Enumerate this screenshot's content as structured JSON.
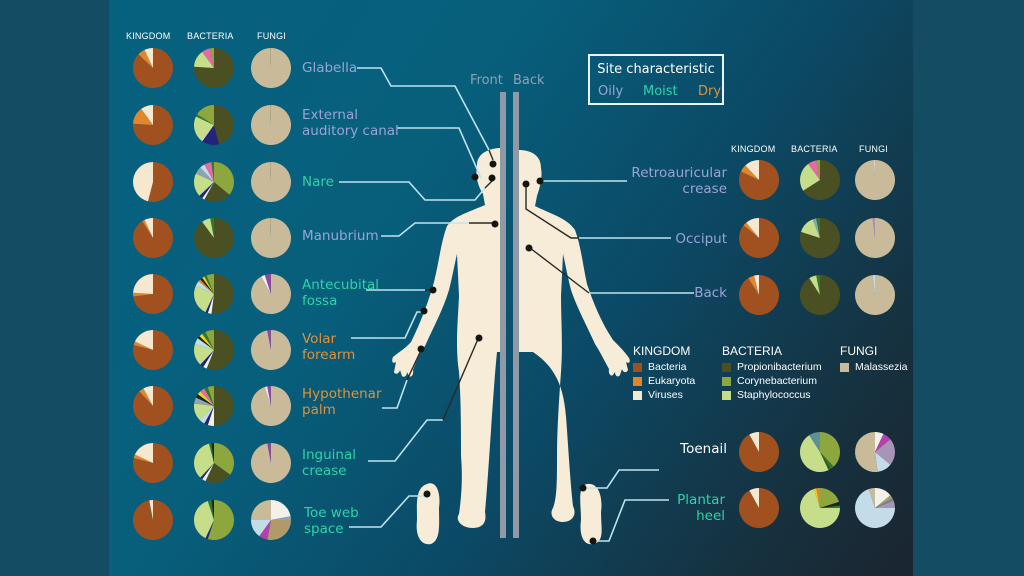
{
  "colors": {
    "bacteria": "#a0511f",
    "eukaryota": "#e0872e",
    "viruses": "#f6e7cf",
    "propionibacterium": "#4a5022",
    "corynebacterium": "#8ea63e",
    "staphylococcus": "#c6dd8a",
    "malassezia": "#c9bb9a",
    "pink": "#e36ba2",
    "navy": "#23237a",
    "slate": "#8ea4b3",
    "lightblue": "#c4dce8",
    "green": "#2e7b2a",
    "yellow": "#f0d028",
    "orange": "#e0872e",
    "white": "#f4f1ea",
    "purple": "#8a4aa0",
    "magenta": "#b53fae",
    "lavender": "#a894b6",
    "tan": "#b09a6a",
    "teal": "#5f8f9a",
    "dark": "#1d2420"
  },
  "column_headers": {
    "left": [
      "KINGDOM",
      "BACTERIA",
      "FUNGI"
    ],
    "right": [
      "KINGDOM",
      "BACTERIA",
      "FUNGI"
    ]
  },
  "front_back": {
    "front": "Front",
    "back": "Back"
  },
  "site_legend": {
    "title": "Site characteristic",
    "oily": "Oily",
    "moist": "Moist",
    "dry": "Dry"
  },
  "taxa_legend": {
    "kingdom": {
      "title": "KINGDOM",
      "items": [
        {
          "label": "Bacteria",
          "color": "#a0511f"
        },
        {
          "label": "Eukaryota",
          "color": "#e0872e"
        },
        {
          "label": "Viruses",
          "color": "#f6e7cf"
        }
      ]
    },
    "bacteria": {
      "title": "BACTERIA",
      "items": [
        {
          "label": "Propionibacterium",
          "color": "#4a5022"
        },
        {
          "label": "Corynebacterium",
          "color": "#8ea63e"
        },
        {
          "label": "Staphylococcus",
          "color": "#c6dd8a"
        }
      ]
    },
    "fungi": {
      "title": "FUNGI",
      "items": [
        {
          "label": "Malassezia",
          "color": "#c9bb9a"
        }
      ]
    }
  },
  "sites_left": [
    {
      "name": "Glabella",
      "line2": "",
      "type": "oily"
    },
    {
      "name": "External",
      "line2": "auditory canal",
      "type": "oily"
    },
    {
      "name": "Nare",
      "line2": "",
      "type": "moist"
    },
    {
      "name": "Manubrium",
      "line2": "",
      "type": "oily"
    },
    {
      "name": "Antecubital",
      "line2": "fossa",
      "type": "moist"
    },
    {
      "name": "Volar",
      "line2": "forearm",
      "type": "dry"
    },
    {
      "name": "Hypothenar",
      "line2": "palm",
      "type": "dry"
    },
    {
      "name": "Inguinal",
      "line2": "crease",
      "type": "moist"
    },
    {
      "name": "Toe web",
      "line2": "space",
      "type": "moist"
    }
  ],
  "sites_right": [
    {
      "name": "Retroauricular",
      "line2": "crease",
      "type": "oily"
    },
    {
      "name": "Occiput",
      "line2": "",
      "type": "oily"
    },
    {
      "name": "Back",
      "line2": "",
      "type": "oily"
    },
    {
      "name": "Toenail",
      "line2": "",
      "type": "white"
    },
    {
      "name": "Plantar",
      "line2": "heel",
      "type": "moist"
    }
  ],
  "chart_data": {
    "type": "pie",
    "title": "Skin microbiome composition by body site",
    "series_groups": [
      "KINGDOM",
      "BACTERIA",
      "FUNGI"
    ],
    "sites": [
      {
        "site": "Glabella",
        "kingdom": [
          [
            "bacteria",
            87
          ],
          [
            "eukaryota",
            6
          ],
          [
            "viruses",
            7
          ]
        ],
        "bacteria": [
          [
            "propionibacterium",
            76
          ],
          [
            "staphylococcus",
            14
          ],
          [
            "pink",
            7
          ],
          [
            "corynebacterium",
            3
          ]
        ],
        "fungi": [
          [
            "malassezia",
            99.5
          ],
          [
            "tan",
            0.5
          ]
        ]
      },
      {
        "site": "External auditory canal",
        "kingdom": [
          [
            "bacteria",
            76
          ],
          [
            "eukaryota",
            14
          ],
          [
            "viruses",
            10
          ]
        ],
        "bacteria": [
          [
            "propionibacterium",
            46
          ],
          [
            "navy",
            14
          ],
          [
            "white",
            1
          ],
          [
            "staphylococcus",
            21
          ],
          [
            "green",
            2
          ],
          [
            "corynebacterium",
            16
          ]
        ],
        "fungi": [
          [
            "malassezia",
            99.5
          ],
          [
            "tan",
            0.5
          ]
        ]
      },
      {
        "site": "Nare",
        "kingdom": [
          [
            "bacteria",
            54
          ],
          [
            "viruses",
            46
          ]
        ],
        "bacteria": [
          [
            "corynebacterium",
            36
          ],
          [
            "propionibacterium",
            22
          ],
          [
            "white",
            2
          ],
          [
            "navy",
            3
          ],
          [
            "staphylococcus",
            19
          ],
          [
            "slate",
            6
          ],
          [
            "lightblue",
            4
          ],
          [
            "pink",
            6
          ],
          [
            "green",
            2
          ]
        ],
        "fungi": [
          [
            "malassezia",
            99.5
          ],
          [
            "tan",
            0.5
          ]
        ]
      },
      {
        "site": "Manubrium",
        "kingdom": [
          [
            "bacteria",
            91
          ],
          [
            "eukaryota",
            2
          ],
          [
            "viruses",
            7
          ]
        ],
        "bacteria": [
          [
            "propionibacterium",
            90
          ],
          [
            "staphylococcus",
            7
          ],
          [
            "green",
            3
          ]
        ],
        "fungi": [
          [
            "malassezia",
            99.5
          ],
          [
            "tan",
            0.5
          ]
        ]
      },
      {
        "site": "Antecubital fossa",
        "kingdom": [
          [
            "bacteria",
            73
          ],
          [
            "eukaryota",
            3
          ],
          [
            "viruses",
            24
          ]
        ],
        "bacteria": [
          [
            "propionibacterium",
            52
          ],
          [
            "white",
            3
          ],
          [
            "navy",
            2
          ],
          [
            "staphylococcus",
            25
          ],
          [
            "lightblue",
            4
          ],
          [
            "orange",
            2
          ],
          [
            "dark",
            2
          ],
          [
            "yellow",
            2
          ],
          [
            "green",
            2
          ],
          [
            "corynebacterium",
            6
          ]
        ],
        "fungi": [
          [
            "malassezia",
            92
          ],
          [
            "white",
            3
          ],
          [
            "purple",
            5
          ]
        ]
      },
      {
        "site": "Volar forearm",
        "kingdom": [
          [
            "bacteria",
            79
          ],
          [
            "eukaryota",
            3
          ],
          [
            "viruses",
            18
          ]
        ],
        "bacteria": [
          [
            "propionibacterium",
            56
          ],
          [
            "white",
            3
          ],
          [
            "navy",
            3
          ],
          [
            "staphylococcus",
            18
          ],
          [
            "lightblue",
            5
          ],
          [
            "dark",
            2
          ],
          [
            "yellow",
            3
          ],
          [
            "green",
            3
          ],
          [
            "corynebacterium",
            7
          ]
        ],
        "fungi": [
          [
            "malassezia",
            97
          ],
          [
            "purple",
            3
          ]
        ]
      },
      {
        "site": "Hypothenar palm",
        "kingdom": [
          [
            "bacteria",
            88
          ],
          [
            "eukaryota",
            4
          ],
          [
            "viruses",
            8
          ]
        ],
        "bacteria": [
          [
            "propionibacterium",
            50
          ],
          [
            "white",
            5
          ],
          [
            "navy",
            3
          ],
          [
            "lightblue",
            5
          ],
          [
            "staphylococcus",
            14
          ],
          [
            "slate",
            5
          ],
          [
            "dark",
            3
          ],
          [
            "yellow",
            3
          ],
          [
            "pink",
            4
          ],
          [
            "green",
            3
          ],
          [
            "corynebacterium",
            5
          ]
        ],
        "fungi": [
          [
            "malassezia",
            95
          ],
          [
            "white",
            2
          ],
          [
            "purple",
            3
          ]
        ]
      },
      {
        "site": "Inguinal crease",
        "kingdom": [
          [
            "bacteria",
            79
          ],
          [
            "eukaryota",
            3
          ],
          [
            "viruses",
            18
          ]
        ],
        "bacteria": [
          [
            "corynebacterium",
            35
          ],
          [
            "propionibacterium",
            22
          ],
          [
            "white",
            3
          ],
          [
            "navy",
            2
          ],
          [
            "staphylococcus",
            34
          ],
          [
            "green",
            2
          ],
          [
            "dark",
            2
          ]
        ],
        "fungi": [
          [
            "malassezia",
            97
          ],
          [
            "purple",
            3
          ]
        ]
      },
      {
        "site": "Toe web space",
        "kingdom": [
          [
            "bacteria",
            97
          ],
          [
            "viruses",
            3
          ]
        ],
        "bacteria": [
          [
            "corynebacterium",
            55
          ],
          [
            "navy",
            2
          ],
          [
            "staphylococcus",
            38
          ],
          [
            "green",
            3
          ],
          [
            "dark",
            2
          ]
        ],
        "fungi": [
          [
            "white",
            22
          ],
          [
            "slate",
            3
          ],
          [
            "tan",
            28
          ],
          [
            "magenta",
            7
          ],
          [
            "lightblue",
            15
          ],
          [
            "malassezia",
            25
          ]
        ]
      },
      {
        "site": "Retroauricular crease",
        "kingdom": [
          [
            "bacteria",
            82
          ],
          [
            "eukaryota",
            6
          ],
          [
            "viruses",
            12
          ]
        ],
        "bacteria": [
          [
            "propionibacterium",
            66
          ],
          [
            "staphylococcus",
            24
          ],
          [
            "pink",
            7
          ],
          [
            "corynebacterium",
            3
          ]
        ],
        "fungi": [
          [
            "malassezia",
            99.5
          ],
          [
            "white",
            0.5
          ]
        ]
      },
      {
        "site": "Occiput",
        "kingdom": [
          [
            "bacteria",
            86
          ],
          [
            "eukaryota",
            3
          ],
          [
            "viruses",
            11
          ]
        ],
        "bacteria": [
          [
            "propionibacterium",
            80
          ],
          [
            "staphylococcus",
            14
          ],
          [
            "slate",
            3
          ],
          [
            "green",
            3
          ]
        ],
        "fungi": [
          [
            "malassezia",
            98
          ],
          [
            "lavender",
            2
          ]
        ]
      },
      {
        "site": "Back",
        "kingdom": [
          [
            "bacteria",
            91
          ],
          [
            "eukaryota",
            5
          ],
          [
            "viruses",
            4
          ]
        ],
        "bacteria": [
          [
            "propionibacterium",
            91
          ],
          [
            "staphylococcus",
            6
          ],
          [
            "green",
            3
          ]
        ],
        "fungi": [
          [
            "malassezia",
            98
          ],
          [
            "lightblue",
            2
          ]
        ]
      },
      {
        "site": "Toenail",
        "kingdom": [
          [
            "bacteria",
            92
          ],
          [
            "viruses",
            8
          ]
        ],
        "bacteria": [
          [
            "corynebacterium",
            38
          ],
          [
            "green",
            3
          ],
          [
            "propionibacterium",
            2
          ],
          [
            "staphylococcus",
            48
          ],
          [
            "teal",
            9
          ]
        ],
        "fungi": [
          [
            "white",
            7
          ],
          [
            "magenta",
            7
          ],
          [
            "lavender",
            22
          ],
          [
            "lightblue",
            12
          ],
          [
            "malassezia",
            52
          ]
        ]
      },
      {
        "site": "Plantar heel",
        "kingdom": [
          [
            "bacteria",
            92
          ],
          [
            "viruses",
            8
          ]
        ],
        "bacteria": [
          [
            "corynebacterium",
            20
          ],
          [
            "dark",
            3
          ],
          [
            "green",
            2
          ],
          [
            "staphylococcus",
            70
          ],
          [
            "yellow",
            2
          ],
          [
            "orange",
            3
          ]
        ],
        "fungi": [
          [
            "white",
            14
          ],
          [
            "tan",
            3
          ],
          [
            "teal",
            2
          ],
          [
            "lavender",
            6
          ],
          [
            "lightblue",
            70
          ],
          [
            "malassezia",
            5
          ]
        ]
      }
    ]
  }
}
